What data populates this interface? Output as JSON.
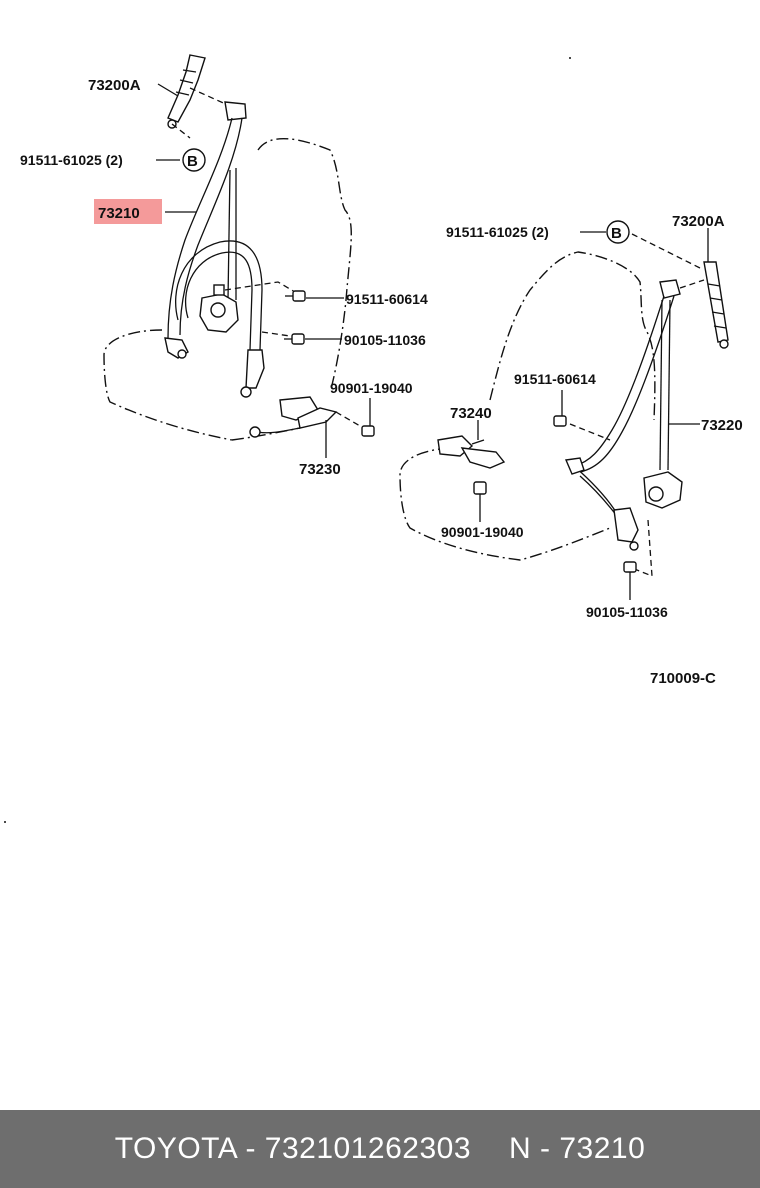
{
  "labels": {
    "left_retractor_73200A": "73200A",
    "left_bolt_b": "91511-61025 (2)",
    "left_circle_b": "B",
    "left_highlight_73210": "73210",
    "left_bolt_60614": "91511-60614",
    "left_bolt_11036": "90105-11036",
    "left_nut_19040": "90901-19040",
    "left_buckle_73230": "73230",
    "right_bolt_b": "91511-61025 (2)",
    "right_circle_b": "B",
    "right_retractor_73200A": "73200A",
    "right_bolt_60614": "91511-60614",
    "right_buckle_73240": "73240",
    "right_belt_73220": "73220",
    "right_nut_19040": "90901-19040",
    "right_bolt_11036": "90105-11036",
    "diagram_code": "710009-C"
  },
  "colors": {
    "highlight": "#f49a9a",
    "footer_bg": "#6e6e6e",
    "footer_text": "#ffffff"
  },
  "footer": {
    "brand_part": "TOYOTA - 732101262303",
    "ref": "N - 73210"
  }
}
